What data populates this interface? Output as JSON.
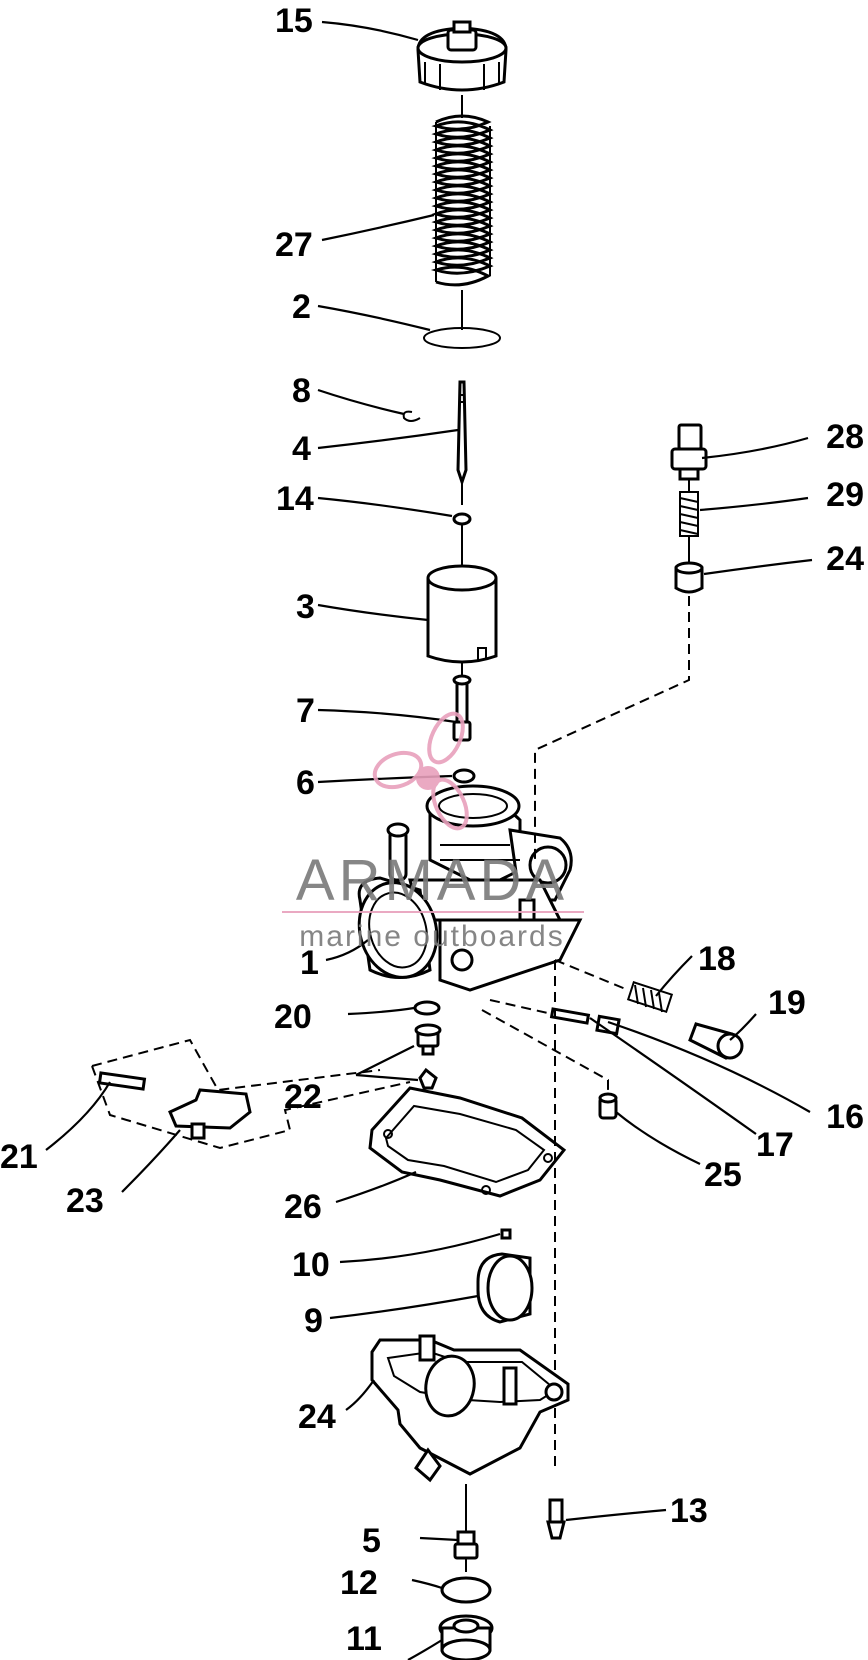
{
  "diagram": {
    "callouts": [
      {
        "id": "c15",
        "text": "15"
      },
      {
        "id": "c27",
        "text": "27"
      },
      {
        "id": "c2",
        "text": "2"
      },
      {
        "id": "c8",
        "text": "8"
      },
      {
        "id": "c4",
        "text": "4"
      },
      {
        "id": "c14",
        "text": "14"
      },
      {
        "id": "c3",
        "text": "3"
      },
      {
        "id": "c7",
        "text": "7"
      },
      {
        "id": "c6",
        "text": "6"
      },
      {
        "id": "c1",
        "text": "1"
      },
      {
        "id": "c20",
        "text": "20"
      },
      {
        "id": "c22",
        "text": "22"
      },
      {
        "id": "c21",
        "text": "21"
      },
      {
        "id": "c23",
        "text": "23"
      },
      {
        "id": "c26",
        "text": "26"
      },
      {
        "id": "c10",
        "text": "10"
      },
      {
        "id": "c9",
        "text": "9"
      },
      {
        "id": "c24b",
        "text": "24"
      },
      {
        "id": "c5",
        "text": "5"
      },
      {
        "id": "c12",
        "text": "12"
      },
      {
        "id": "c11",
        "text": "11"
      },
      {
        "id": "c28",
        "text": "28"
      },
      {
        "id": "c29",
        "text": "29"
      },
      {
        "id": "c24a",
        "text": "24"
      },
      {
        "id": "c18",
        "text": "18"
      },
      {
        "id": "c19",
        "text": "19"
      },
      {
        "id": "c16",
        "text": "16"
      },
      {
        "id": "c17",
        "text": "17"
      },
      {
        "id": "c25",
        "text": "25"
      },
      {
        "id": "c13",
        "text": "13"
      }
    ]
  },
  "watermark": {
    "brand": "ARMADA",
    "tagline": "marine outboards",
    "logo_color": "#e8a0bc",
    "text_color": "#7a7a7a"
  }
}
